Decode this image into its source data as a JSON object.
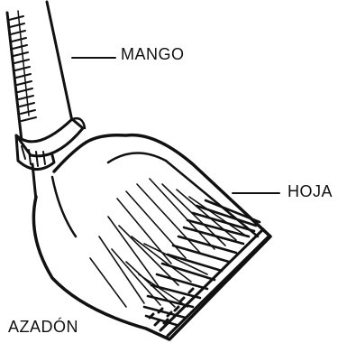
{
  "diagram": {
    "title": "AZADÓN",
    "labels": {
      "handle": "MANGO",
      "blade": "HOJA"
    },
    "ink_color": "#111111",
    "background_color": "#ffffff"
  }
}
